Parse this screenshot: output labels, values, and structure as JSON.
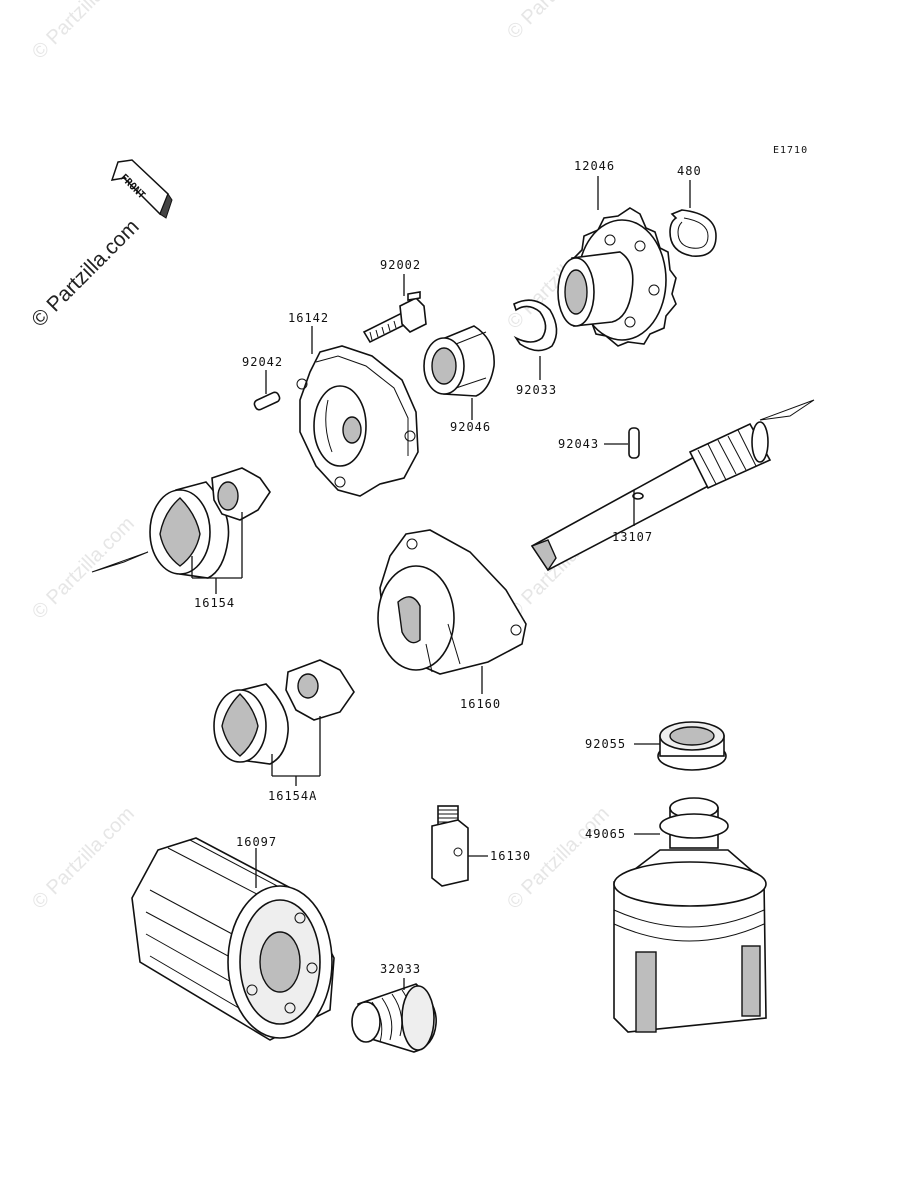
{
  "diagram": {
    "code": "E1710",
    "front_label": "FRONT",
    "watermark_main": "© Partzilla.com",
    "watermark_faint": "© Partzilla.com",
    "parts": {
      "p12046": "12046",
      "p480": "480",
      "p92002": "92002",
      "p16142": "16142",
      "p92042": "92042",
      "p92046": "92046",
      "p92033": "92033",
      "p92043": "92043",
      "p13107": "13107",
      "p16154": "16154",
      "p16160": "16160",
      "p16154A": "16154A",
      "p92055": "92055",
      "p49065": "49065",
      "p16097": "16097",
      "p16130": "16130",
      "p32033": "32033"
    }
  }
}
